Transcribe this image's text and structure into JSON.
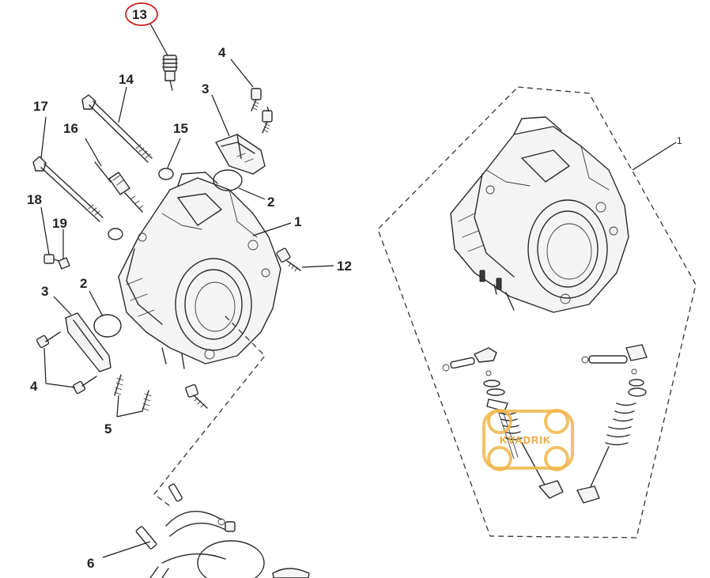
{
  "callouts": {
    "c13": "13",
    "c14": "14",
    "c4_top": "4",
    "c3_top": "3",
    "c17": "17",
    "c16": "16",
    "c15": "15",
    "c2_top": "2",
    "c1_left": "1",
    "c18": "18",
    "c19": "19",
    "c12": "12",
    "c3_left": "3",
    "c2_left": "2",
    "c4_left": "4",
    "c5": "5",
    "c6": "6",
    "c1_right": "1"
  },
  "watermark": {
    "text": "KVADRIK"
  },
  "colors": {
    "highlight_circle": "#cc2222",
    "watermark": "#f0b64a",
    "line": "#2a2a2a"
  }
}
